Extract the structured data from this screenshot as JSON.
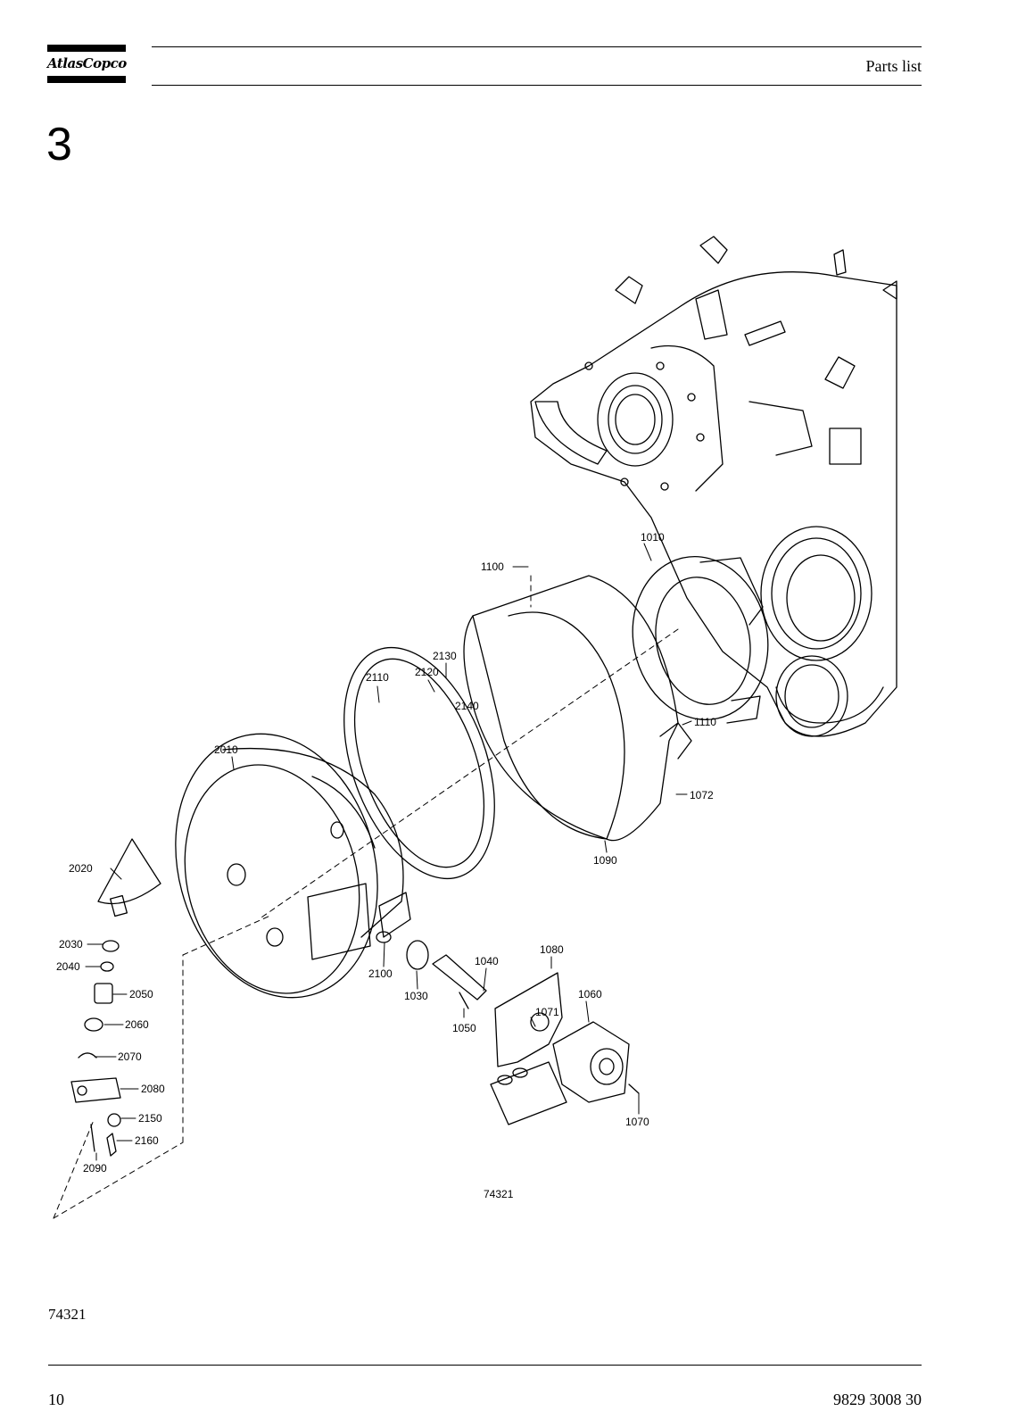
{
  "header": {
    "logo_text": "AtlasCopco",
    "section_title": "Parts list"
  },
  "chapter": {
    "number": "3"
  },
  "figure": {
    "drawing_number": "74321",
    "callouts": [
      "1010",
      "1100",
      "2130",
      "2120",
      "2110",
      "2140",
      "1110",
      "2010",
      "1072",
      "1090",
      "2020",
      "2030",
      "2040",
      "2050",
      "2060",
      "2070",
      "2080",
      "2150",
      "2160",
      "2090",
      "2100",
      "1030",
      "1040",
      "1080",
      "1060",
      "1071",
      "1050",
      "1070"
    ]
  },
  "figure_id": "74321",
  "footer": {
    "page_number": "10",
    "document_number": "9829 3008 30"
  }
}
